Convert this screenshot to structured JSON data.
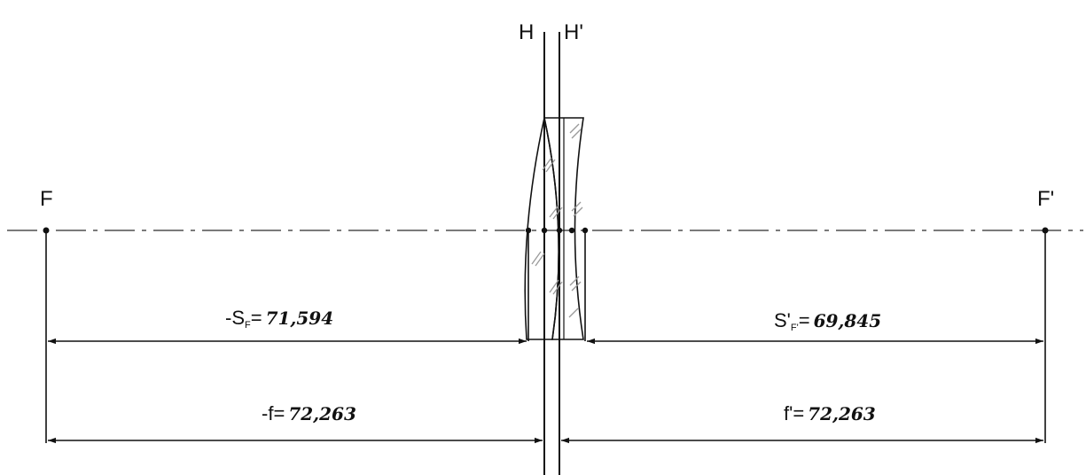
{
  "labels": {
    "H": "H",
    "H_prime": "H'",
    "F": "F",
    "F_prime": "F'"
  },
  "dimensions": {
    "back_focal_front": {
      "prefix": "-S",
      "sub": "F",
      "eq": "=",
      "value": "71,594"
    },
    "back_focal_rear": {
      "prefix": "S'",
      "sub": "F'",
      "eq": "=",
      "value": "69,845"
    },
    "focal_front": {
      "prefix": "-f",
      "eq": "=",
      "value": "72,263"
    },
    "focal_rear": {
      "prefix": "f'",
      "eq": "=",
      "value": "72,263"
    }
  },
  "colors": {
    "axis": "#7a7a7a",
    "ink": "#111111",
    "hatch": "#9a9a9a"
  }
}
